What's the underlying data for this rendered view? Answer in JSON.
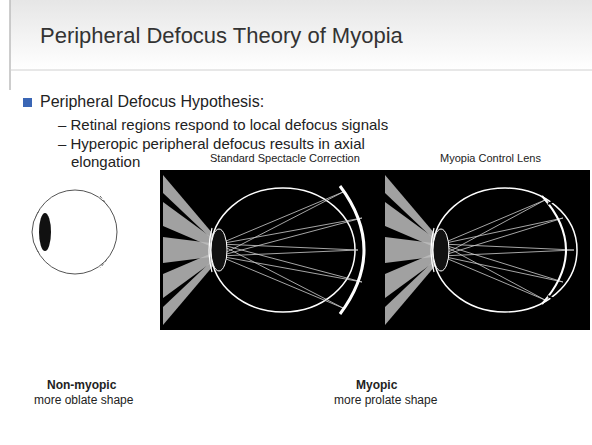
{
  "diagram": {
    "title": "Peripheral Defocus Theory of Myopia",
    "labels": [
      "Peripheral Defocus Hypothesis:",
      "– Retinal regions respond to local defocus signals",
      "– Hyperopic peripheral defocus results in axial elongation",
      "Standard Spectacle Correction",
      "Myopia Control Lens",
      "Non-myopic",
      "more oblate shape",
      "Myopic",
      "more prolate shape"
    ]
  }
}
